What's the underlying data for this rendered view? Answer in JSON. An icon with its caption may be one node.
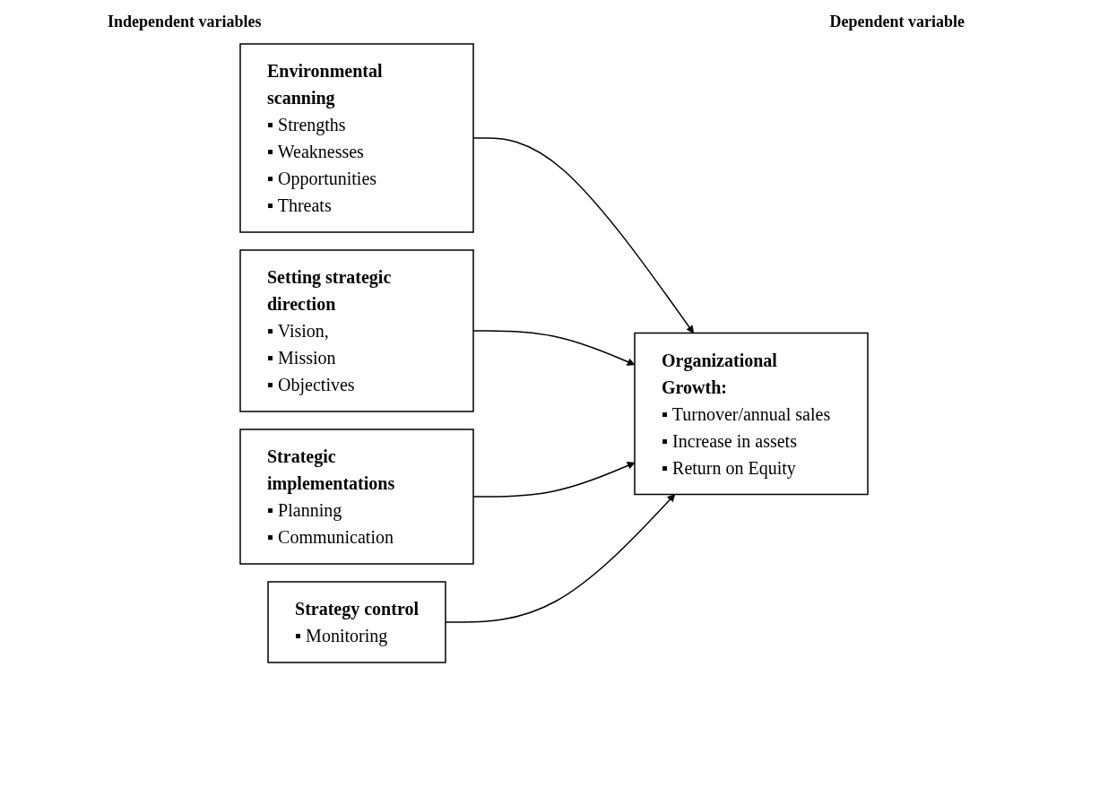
{
  "diagram": {
    "nodes": [
      {
        "text": [
          "Environmental scanning",
          "▪ Strengths",
          "▪ Weaknesses",
          "▪ Opportunities",
          "▪ Threats"
        ]
      },
      {
        "text": [
          "Setting strategic direction",
          "▪ Vision,",
          "▪ Mission",
          "▪ Objectives"
        ]
      },
      {
        "text": [
          "Strategic implementations",
          "▪ Planning",
          "▪ Communication"
        ]
      },
      {
        "text": [
          "Strategy control",
          "▪ Monitoring"
        ]
      },
      {
        "text": [
          "Organizational Growth:",
          "▪ Turnover/annual sales",
          "▪ Increase in assets",
          "▪ Return on Equity"
        ]
      }
    ],
    "edges": [
      {
        "from": 0,
        "to": 4,
        "arrow": "to"
      },
      {
        "from": 1,
        "to": 4,
        "arrow": "to"
      },
      {
        "from": 2,
        "to": 4,
        "arrow": "to"
      },
      {
        "from": 3,
        "to": 4,
        "arrow": "to"
      }
    ],
    "labels": [
      "Independent variables",
      "Dependent variable"
    ]
  }
}
